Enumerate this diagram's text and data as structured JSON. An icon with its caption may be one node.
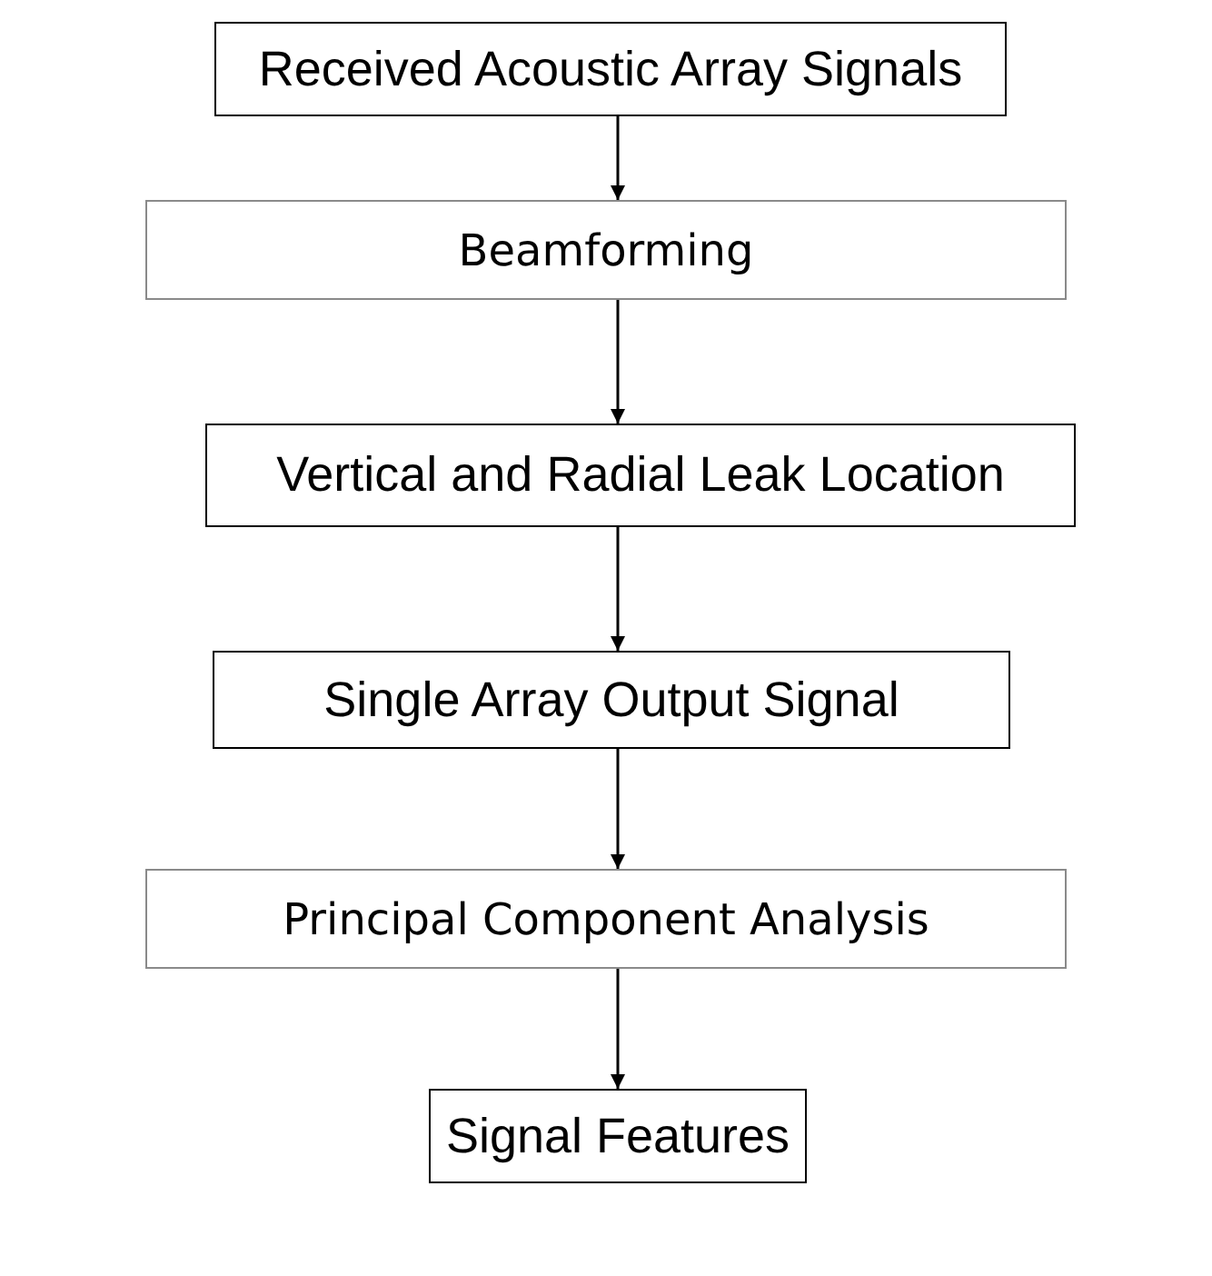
{
  "diagram": {
    "nodes": [
      {
        "text": [
          "Received Acoustic Array Signals"
        ]
      },
      {
        "text": [
          "Beamforming"
        ]
      },
      {
        "text": [
          "Vertical and Radial Leak Location"
        ]
      },
      {
        "text": [
          "Single Array Output Signal"
        ]
      },
      {
        "text": [
          "Principal Component Analysis"
        ]
      },
      {
        "text": [
          "Signal Features"
        ]
      }
    ],
    "edges": [
      {
        "from": 0,
        "to": 1,
        "arrow": "to"
      },
      {
        "from": 1,
        "to": 2,
        "arrow": "to"
      },
      {
        "from": 2,
        "to": 3,
        "arrow": "to"
      },
      {
        "from": 3,
        "to": 4,
        "arrow": "to"
      },
      {
        "from": 4,
        "to": 5,
        "arrow": "to"
      }
    ]
  }
}
